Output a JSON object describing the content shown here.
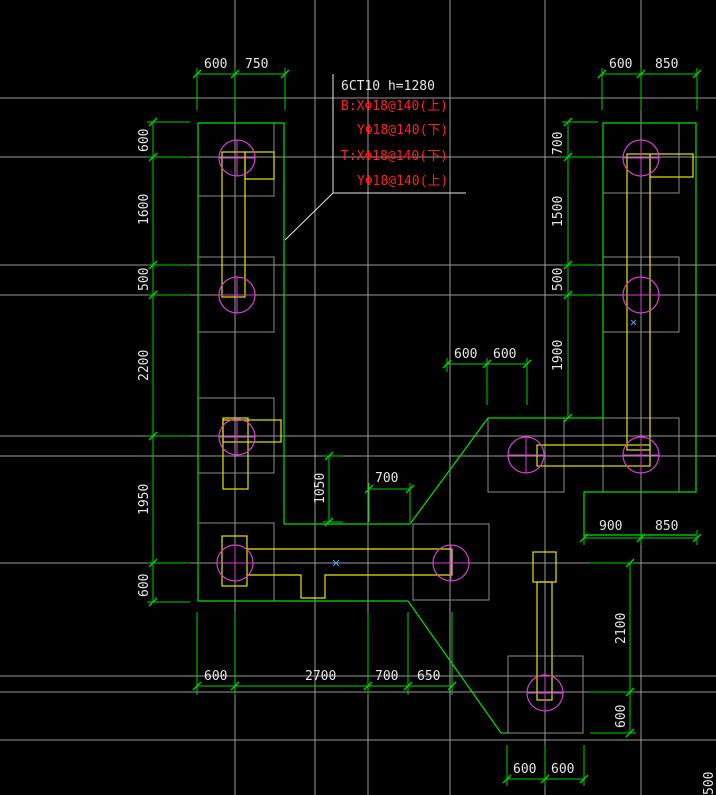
{
  "drawing": {
    "background": "#000000",
    "colors": {
      "axis": "#9a9a9a",
      "pile_cap": "#8c8c8c",
      "dimension": "#00d000",
      "outline": "#00e000",
      "pier": "#e6e600",
      "pile": "#d040d0",
      "text": "#e6e6e6",
      "annotation_red": "#ff2020"
    }
  },
  "annotation": {
    "title": "6CT10  h=1280",
    "lines": [
      "B:XΦ18@140(上)",
      "YΦ18@140(下)",
      "T:XΦ18@140(下)",
      "YΦ18@140(上)"
    ]
  },
  "dimensions": {
    "top_left": [
      "600",
      "750"
    ],
    "top_right": [
      "600",
      "850"
    ],
    "left_column": [
      "600",
      "1600",
      "500",
      "2200",
      "1950",
      "600"
    ],
    "right_column": [
      "700",
      "1500",
      "500",
      "1900"
    ],
    "middle_top": [
      "600",
      "600"
    ],
    "middle_small": "700",
    "middle_vertical": "1050",
    "bottom_row": [
      "600",
      "2700",
      "700",
      "650"
    ],
    "right_mid_row": [
      "900",
      "850"
    ],
    "right_lower_column": [
      "2100",
      "600"
    ],
    "right_bottom": [
      "600",
      "600"
    ],
    "edge_clipped": "500"
  }
}
